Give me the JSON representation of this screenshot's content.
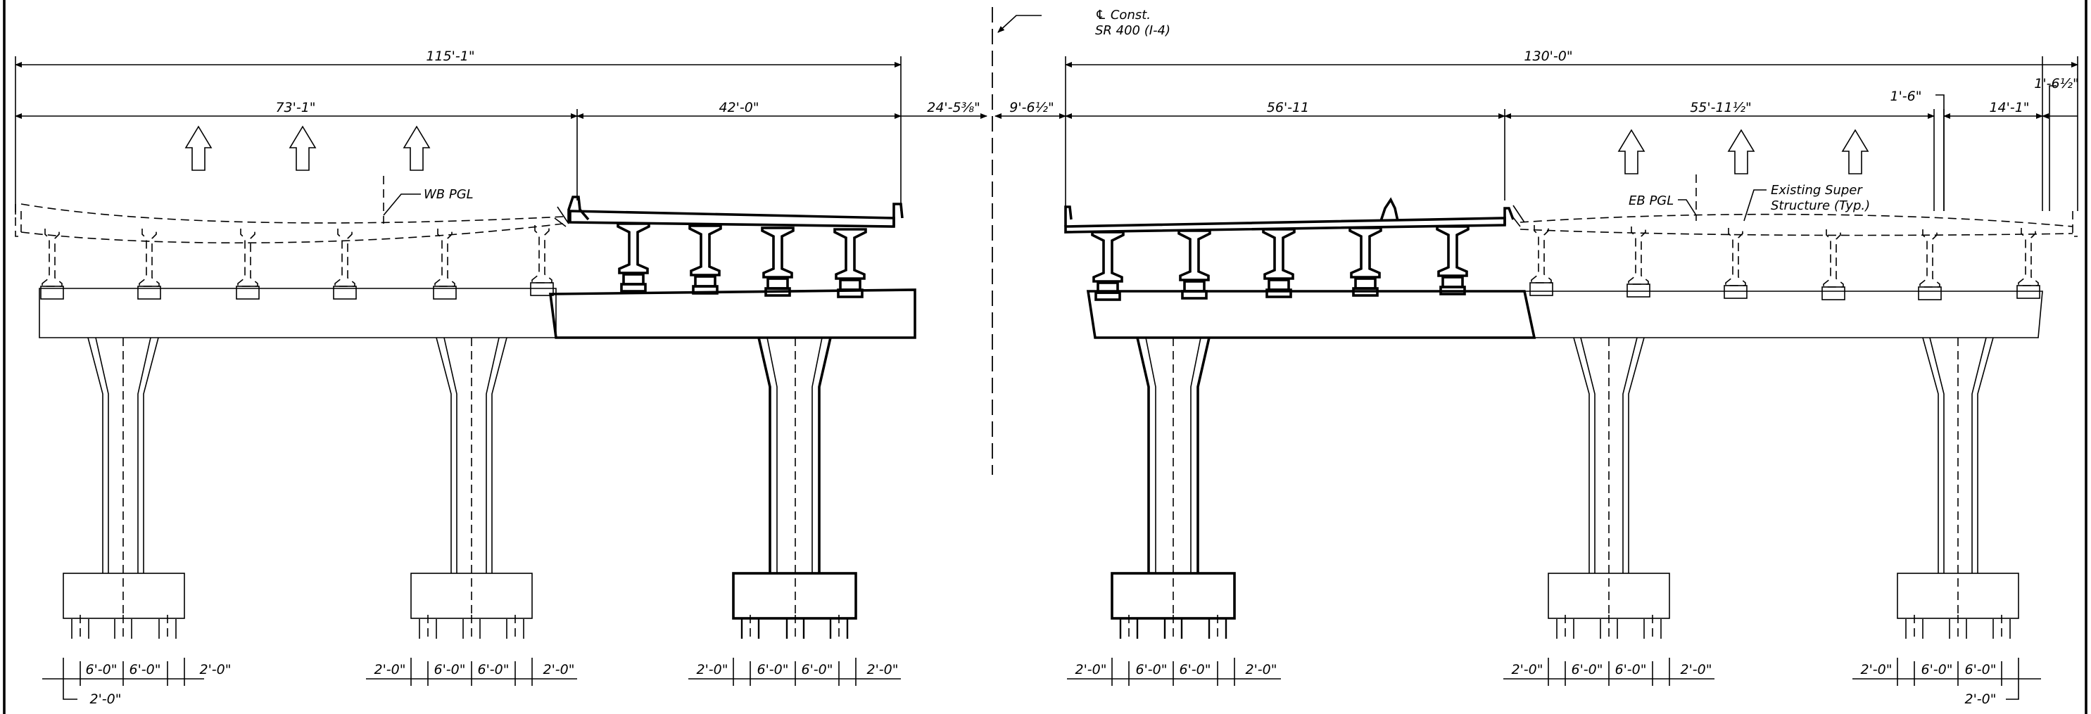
{
  "centerline": {
    "label_line1": "℄ Const.",
    "label_line2": "SR 400 (I-4)"
  },
  "dimensions": {
    "wb_total": "115'-1\"",
    "wb_existing": "73'-1\"",
    "wb_new": "42'-0\"",
    "median_left": "24'-5⅜\"",
    "median_right": "9'-6½\"",
    "eb_total": "130'-0\"",
    "eb_new": "56'-11",
    "eb_existing": "55'-11½\"",
    "eb_shoulder_a": "1'-6\"",
    "eb_shoulder_b": "14'-1\"",
    "eb_edge": "1'-6½\""
  },
  "labels": {
    "wb_pgl": "WB PGL",
    "eb_pgl": "EB PGL",
    "existing_super_line1": "Existing Super",
    "existing_super_line2": "Structure (Typ.)"
  },
  "footing_dims": {
    "f1": [
      "6'-0\"",
      "6'-0\"",
      "2'-0\""
    ],
    "f1_sub": "2'-0\"",
    "f2": [
      "2'-0\"",
      "6'-0\"",
      "6'-0\"",
      "2'-0\""
    ],
    "f3": [
      "2'-0\"",
      "6'-0\"",
      "6'-0\"",
      "2'-0\""
    ],
    "f4": [
      "2'-0\"",
      "6'-0\"",
      "6'-0\"",
      "2'-0\""
    ],
    "f5": [
      "2'-0\"",
      "6'-0\"",
      "6'-0\"",
      "2'-0\""
    ],
    "f6": [
      "2'-0\"",
      "6'-0\"",
      "6'-0\""
    ],
    "f6_sub": "2'-0\""
  }
}
